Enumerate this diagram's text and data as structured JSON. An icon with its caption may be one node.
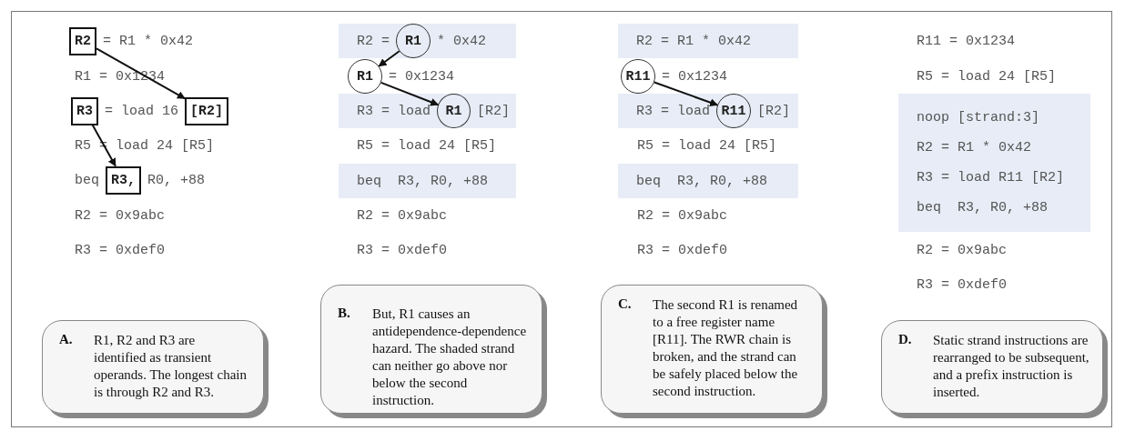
{
  "diagram": {
    "nodes": [
      {
        "text": [
          "R2"
        ]
      },
      {
        "text": [
          "[**R2**]"
        ]
      },
      {
        "text": [
          "R3"
        ]
      },
      {
        "text": [
          "R3,"
        ]
      },
      {
        "text": [
          "A.",
          "R1, R2 and R3 are identified as transient operands. The longest chain is through R2 and R3."
        ]
      },
      {
        "text": [
          "R2 =",
          "* 0x42"
        ]
      },
      {
        "text": [
          "R1"
        ],
        "in": 5
      },
      {
        "text": [
          "R1"
        ]
      },
      {
        "text": [
          "R3 = load",
          "[R2]"
        ]
      },
      {
        "text": [
          "R1"
        ],
        "in": 8
      },
      {
        "text": [
          "beq  R3, R0, +88"
        ]
      },
      {
        "text": [
          "B.",
          "But, R1 causes an antidependence-dependence hazard. The shaded strand can neither go above nor below the second instruction."
        ]
      },
      {
        "text": [
          "R2 = R1 * 0x42"
        ]
      },
      {
        "text": [
          "R11"
        ]
      },
      {
        "text": [
          "R3 = load",
          "[R2]"
        ]
      },
      {
        "text": [
          "R11"
        ],
        "in": 14
      },
      {
        "text": [
          "beq  R3, R0, +88"
        ]
      },
      {
        "text": [
          "C.",
          "The second R1 is renamed to a free register name [R11]. The RWR chain is broken, and the strand can be safely placed below the second instruction."
        ]
      },
      {
        "text": [
          "noop [strand:3]",
          "R2 = R1 * 0x42",
          "R3 = load R11 [R2]",
          "beq  R3, R0, +88"
        ]
      },
      {
        "text": [
          "D.",
          "Static strand instructions are rearranged to be subsequent, and a prefix instruction is inserted."
        ]
      }
    ],
    "edges": [
      {
        "from": 0,
        "to": 1,
        "arrow": "to"
      },
      {
        "from": 2,
        "to": 3,
        "arrow": "to"
      },
      {
        "from": 6,
        "to": 7,
        "arrow": "to"
      },
      {
        "from": 7,
        "to": 9,
        "arrow": "to"
      },
      {
        "from": 13,
        "to": 15,
        "arrow": "to"
      }
    ],
    "labels": [
      "= R1 * 0x42",
      "R1 = 0x1234",
      "= load 16",
      "R5 = load 24 [R5]",
      "beq",
      "R0, +88",
      "R2 = 0x9abc",
      "R3 = 0xdef0",
      "= 0x1234",
      "R5 = load 24 [R5]",
      "R2 = 0x9abc",
      "R3 = 0xdef0",
      "= 0x1234",
      "R5 = load 24 [R5]",
      "R2 = 0x9abc",
      "R3 = 0xdef0",
      "R11 = 0x1234",
      "R5 = load 24 [R5]",
      "R2 = 0x9abc",
      "R3 = 0xdef0"
    ]
  }
}
